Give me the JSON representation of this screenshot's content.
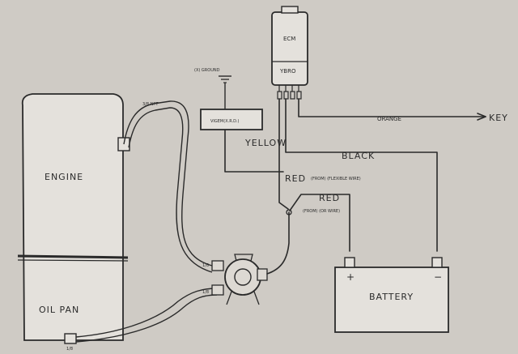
{
  "components": {
    "ecm": "ECM",
    "ybro": "YBRO",
    "engine": "ENGINE",
    "oil_pan": "OIL PAN",
    "battery": "BATTERY",
    "ground": "(X) GROUND",
    "vigem": "VIGEM(X.R.D.)"
  },
  "wires": {
    "yellow": "YELLOW",
    "orange": "ORANGE",
    "key": "KEY",
    "black": "BLACK",
    "red_main": "RED",
    "red_main_note": "(FROM) (FLEXIBLE WIRE)",
    "red_sub": "RED",
    "red_sub_note": "(FROM) (OR WIRE)"
  },
  "fittings": {
    "top": "3/8 NPT",
    "pump_in": "1/8",
    "pump_out": "1/8",
    "pan": "1/8"
  },
  "battery_terminals": {
    "positive": "+",
    "negative": "−"
  }
}
